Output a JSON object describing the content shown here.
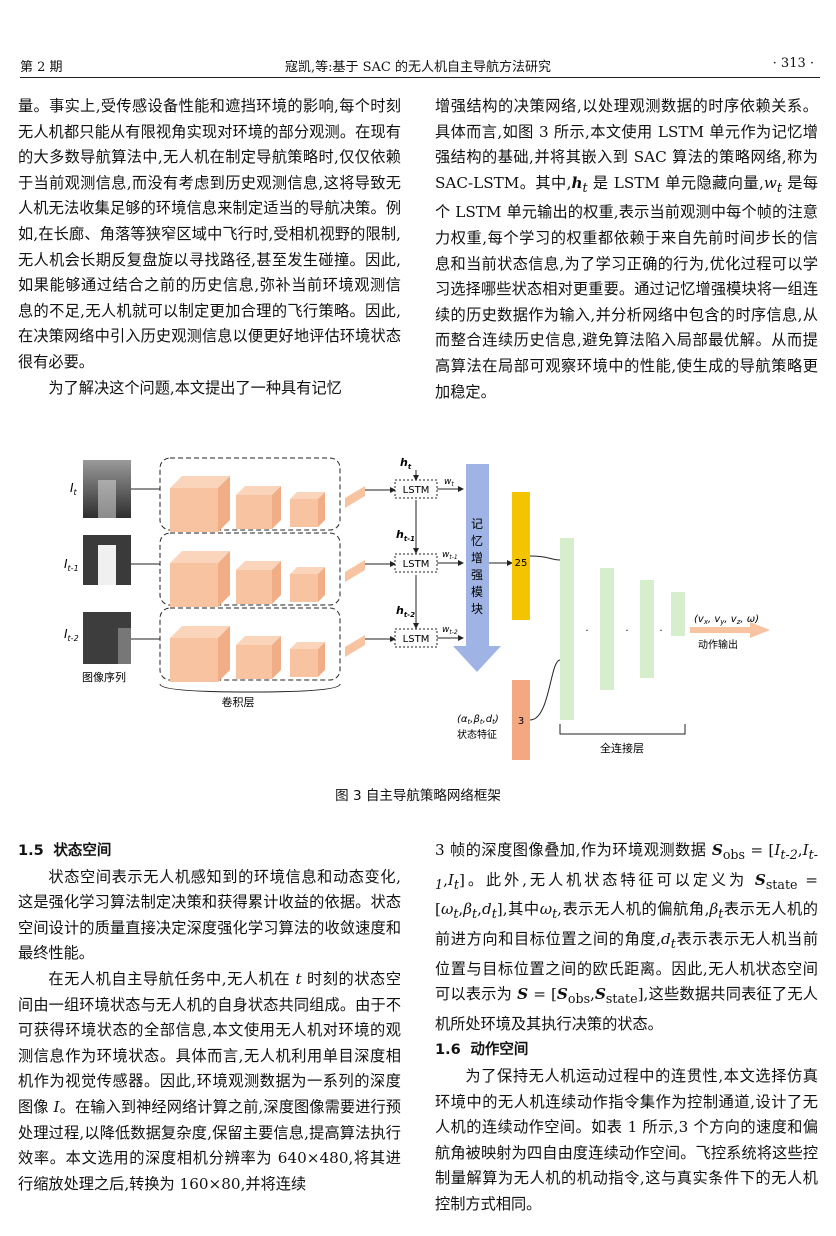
{
  "header": {
    "issue": "第 2 期",
    "title": "寇凯,等:基于 SAC 的无人机自主导航方法研究",
    "page": "· 313 ·"
  },
  "left_top": [
    "量。事实上,受传感设备性能和遮挡环境的影响,每个时刻无人机都只能从有限视角实现对环境的部分观测。在现有的大多数导航算法中,无人机在制定导航策略时,仅仅依赖于当前观测信息,而没有考虑到历史观测信息,这将导致无人机无法收集足够的环境信息来制定适当的导航决策。例如,在长廊、角落等狭窄区域中飞行时,受相机视野的限制,无人机会长期反复盘旋以寻找路径,甚至发生碰撞。因此,如果能够通过结合之前的历史信息,弥补当前环境观测信息的不足,无人机就可以制定更加合理的飞行策略。因此,在决策网络中引入历史观测信息以便更好地评估环境状态很有必要。",
    "为了解决这个问题,本文提出了一种具有记忆"
  ],
  "right_top": {
    "p1": "增强结构的决策网络,以处理观测数据的时序依赖关系。具体而言,如图 3 所示,本文使用 LSTM 单元作为记忆增强结构的基础,并将其嵌入到 SAC 算法的策略网络,称为 SAC-LSTM。其中,",
    "h": "h",
    "h_sub": "t",
    "p2": " 是 LSTM 单元隐藏向量,",
    "w": "w",
    "w_sub": "t",
    "p3": " 是每个 LSTM 单元输出的权重,表示当前观测中每个帧的注意力权重,每个学习的权重都依赖于来自先前时间步长的信息和当前状态信息,为了学习正确的行为,优化过程可以学习选择哪些状态相对更重要。通过记忆增强模块将一组连续的历史数据作为输入,并分析网络中包含的时序信息,从而整合连续历史信息,避免算法陷入局部最优解。从而提高算法在局部可观察环境中的性能,使生成的导航策略更加稳定。"
  },
  "figure": {
    "rows": [
      {
        "img": "I",
        "img_sub": "t",
        "h": "h",
        "h_sub": "t",
        "w": "w",
        "w_sub": "t"
      },
      {
        "img": "I",
        "img_sub": "t-1",
        "h": "h",
        "h_sub": "t-1",
        "w": "w",
        "w_sub": "t-1"
      },
      {
        "img": "I",
        "img_sub": "t-2",
        "h": "h",
        "h_sub": "t-2",
        "w": "w",
        "w_sub": "t-2"
      }
    ],
    "lstm": "LSTM",
    "image_seq_label": "图像序列",
    "conv_label": "卷积层",
    "memory_label": "记忆增强模块",
    "dim_25": "25",
    "dim_3": "3",
    "state_feature_vars": "(α",
    "state_feature_label": "状态特征",
    "fc_label": "全连接层",
    "output_vars": "(v",
    "output_label": "动作输出",
    "colors": {
      "cube": "#f8c3a0",
      "lstm": "#fbfbfb",
      "arrow": "#9fb4e4",
      "yellow": "#f4c400",
      "salmon": "#f4a882",
      "fc": "#d6eecb"
    }
  },
  "caption": "图 3    自主导航策略网络框架",
  "left_bottom": {
    "heading_num": "1.5",
    "heading": "状态空间",
    "p1": "状态空间表示无人机感知到的环境信息和动态变化,这是强化学习算法制定决策和获得累计收益的依据。状态空间设计的质量直接决定深度强化学习算法的收敛速度和最终性能。",
    "p2a": "在无人机自主导航任务中,无人机在 ",
    "p2_t": "t",
    "p2b": " 时刻的状态空间由一组环境状态与无人机的自身状态共同组成。由于不可获得环境状态的全部信息,本文使用无人机对环境的观测信息作为环境状态。具体而言,无人机利用单目深度相机作为视觉传感器。因此,环境观测数据为一系列的深度图像 ",
    "p2_I": "I",
    "p2c": "。在输入到神经网络计算之前,深度图像需要进行预处理过程,以降低数据复杂度,保留主要信息,提高算法执行效率。本文选用的深度相机分辨率为 640×480,将其进行缩放处理之后,转换为 160×80,并将连续"
  },
  "right_bottom": {
    "p1a": "3 帧的深度图像叠加,作为环境观测数据 ",
    "S": "S",
    "obs": "obs",
    "p1b": " = [",
    "It2": "I",
    "It2_sub": "t-2",
    "comma": ",",
    "It1": "I",
    "It1_sub": "t-1",
    "It": "I",
    "It_sub": "t",
    "p1c": "]。此外,无人机状态特征可以定义为 ",
    "state": "state",
    "p1d": " = [",
    "omega": "ω",
    "beta": "β",
    "d": "d",
    "t": "t",
    "p1e": "],其中",
    "p1f": ",表示无人机的偏航角,",
    "p1g": "表示无人机的前进方向和目标位置之间的角度,",
    "p1h": "表示表示无人机当前位置与目标位置之间的欧氏距离。因此,无人机状态空间可以表示为 ",
    "p1i": " = [",
    "p1j": "],这些数据共同表征了无人机所处环境及其执行决策的状态。",
    "heading_num": "1.6",
    "heading": "动作空间",
    "p2": "为了保持无人机运动过程中的连贯性,本文选择仿真环境中的无人机连续动作指令集作为控制通道,设计了无人机的连续动作空间。如表 1 所示,3 个方向的速度和偏航角被映射为四自由度连续动作空间。飞控系统将这些控制量解算为无人机的机动指令,这与真实条件下的无人机控制方式相同。"
  }
}
